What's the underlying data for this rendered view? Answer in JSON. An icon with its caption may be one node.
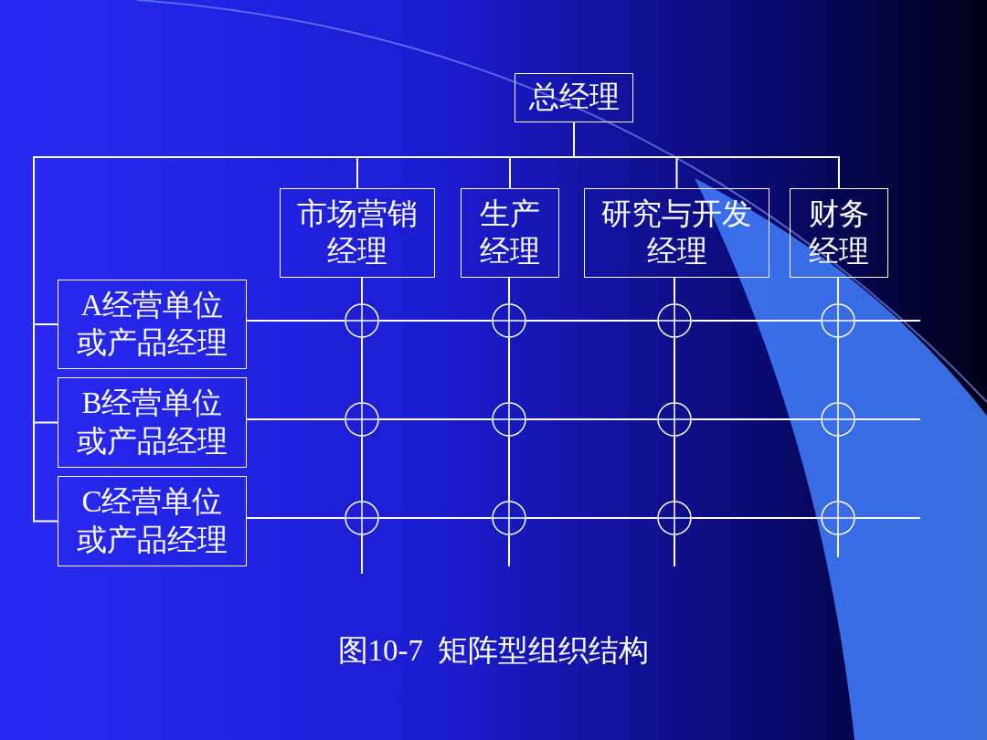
{
  "diagram": {
    "caption": "图10-7  矩阵型组织结构",
    "nodes": [
      {
        "text": [
          "总经理"
        ]
      },
      {
        "text": [
          "市场营销经理"
        ]
      },
      {
        "text": [
          "生产经理"
        ]
      },
      {
        "text": [
          "研究与开发经理"
        ]
      },
      {
        "text": [
          "财务经理"
        ]
      },
      {
        "text": [
          "A经营单位或产品经理"
        ]
      },
      {
        "text": [
          "B经营单位或产品经理"
        ]
      },
      {
        "text": [
          "C经营单位或产品经理"
        ]
      },
      {
        "text": [],
        "shape": "circle"
      },
      {
        "text": [],
        "shape": "circle"
      },
      {
        "text": [],
        "shape": "circle"
      },
      {
        "text": [],
        "shape": "circle"
      },
      {
        "text": [],
        "shape": "circle"
      },
      {
        "text": [],
        "shape": "circle"
      },
      {
        "text": [],
        "shape": "circle"
      },
      {
        "text": [],
        "shape": "circle"
      },
      {
        "text": [],
        "shape": "circle"
      },
      {
        "text": [],
        "shape": "circle"
      },
      {
        "text": [],
        "shape": "circle"
      },
      {
        "text": [],
        "shape": "circle"
      }
    ],
    "edges": [
      {
        "from": 0,
        "to": 1,
        "arrow": "none"
      },
      {
        "from": 0,
        "to": 2,
        "arrow": "none"
      },
      {
        "from": 0,
        "to": 3,
        "arrow": "none"
      },
      {
        "from": 0,
        "to": 4,
        "arrow": "none"
      },
      {
        "from": 0,
        "to": 5,
        "arrow": "none"
      },
      {
        "from": 0,
        "to": 6,
        "arrow": "none"
      },
      {
        "from": 0,
        "to": 7,
        "arrow": "none"
      },
      {
        "from": 1,
        "to": 8,
        "arrow": "none"
      },
      {
        "from": 8,
        "to": 12,
        "arrow": "none"
      },
      {
        "from": 12,
        "to": 16,
        "arrow": "none"
      },
      {
        "from": 16,
        "to": null,
        "arrow": "none"
      },
      {
        "from": 2,
        "to": 9,
        "arrow": "none"
      },
      {
        "from": 9,
        "to": 13,
        "arrow": "none"
      },
      {
        "from": 13,
        "to": 17,
        "arrow": "none"
      },
      {
        "from": 17,
        "to": null,
        "arrow": "none"
      },
      {
        "from": 3,
        "to": 10,
        "arrow": "none"
      },
      {
        "from": 10,
        "to": 14,
        "arrow": "none"
      },
      {
        "from": 14,
        "to": 18,
        "arrow": "none"
      },
      {
        "from": 18,
        "to": null,
        "arrow": "none"
      },
      {
        "from": 4,
        "to": 11,
        "arrow": "none"
      },
      {
        "from": 11,
        "to": 15,
        "arrow": "none"
      },
      {
        "from": 15,
        "to": 19,
        "arrow": "none"
      },
      {
        "from": 19,
        "to": null,
        "arrow": "none"
      },
      {
        "from": 5,
        "to": 8,
        "arrow": "none"
      },
      {
        "from": 8,
        "to": 9,
        "arrow": "none"
      },
      {
        "from": 9,
        "to": 10,
        "arrow": "none"
      },
      {
        "from": 10,
        "to": 11,
        "arrow": "none"
      },
      {
        "from": 11,
        "to": null,
        "arrow": "none"
      },
      {
        "from": 6,
        "to": 12,
        "arrow": "none"
      },
      {
        "from": 12,
        "to": 13,
        "arrow": "none"
      },
      {
        "from": 13,
        "to": 14,
        "arrow": "none"
      },
      {
        "from": 14,
        "to": 15,
        "arrow": "none"
      },
      {
        "from": 15,
        "to": null,
        "arrow": "none"
      },
      {
        "from": 7,
        "to": 16,
        "arrow": "none"
      },
      {
        "from": 16,
        "to": 17,
        "arrow": "none"
      },
      {
        "from": 17,
        "to": 18,
        "arrow": "none"
      },
      {
        "from": 18,
        "to": 19,
        "arrow": "none"
      },
      {
        "from": 19,
        "to": null,
        "arrow": "none"
      }
    ]
  }
}
